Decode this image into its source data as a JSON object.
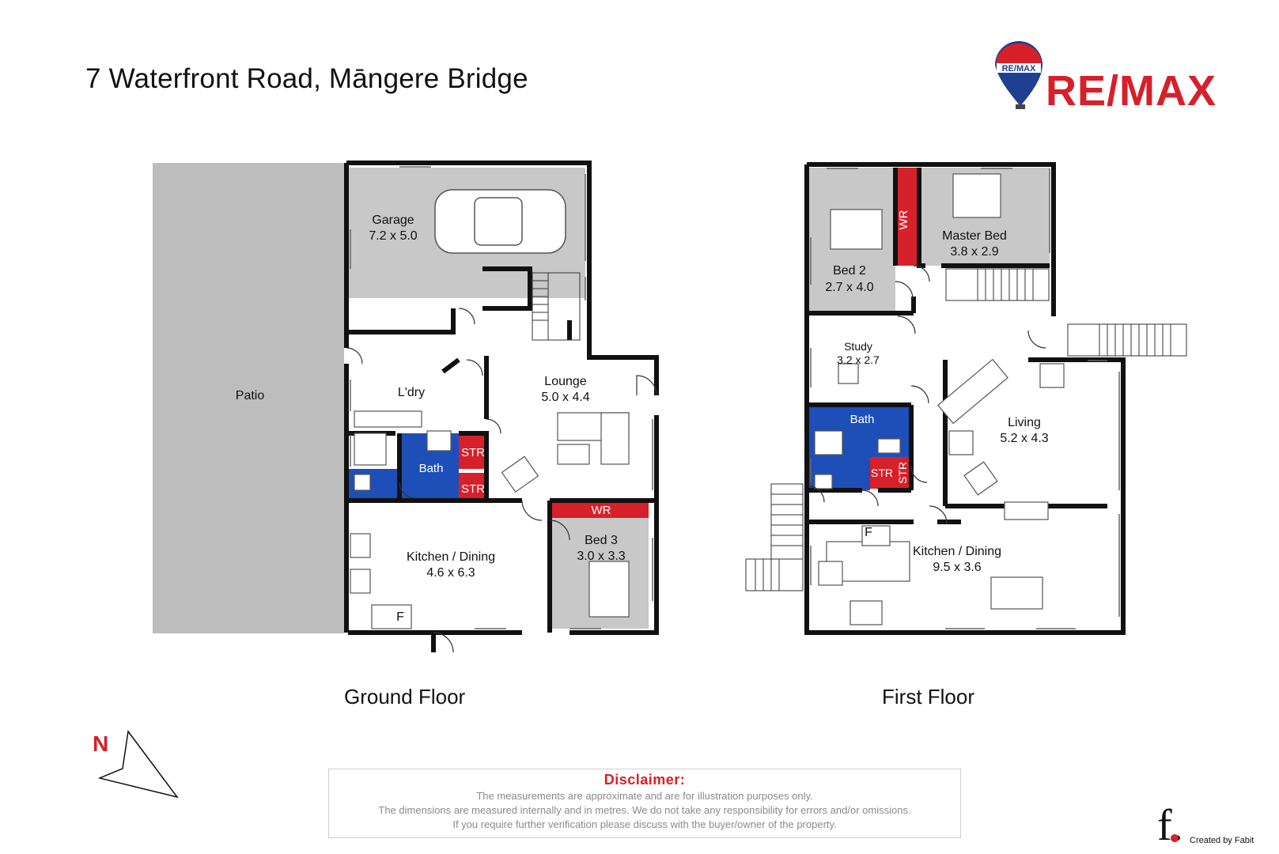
{
  "title": "7 Waterfront Road, Māngere Bridge",
  "brand": {
    "name": "RE/MAX",
    "balloon_text": "RE/MAX",
    "accent": "#d6202a",
    "blue": "#1f3f93"
  },
  "colors": {
    "room_grey": "#c8c8c8",
    "bath_blue": "#1e4fb8",
    "storage_red": "#d6202a",
    "wall": "#111111"
  },
  "ground_floor": {
    "label": "Ground Floor",
    "rooms": {
      "patio": {
        "name": "Patio"
      },
      "garage": {
        "name": "Garage",
        "dims": "7.2 x 5.0"
      },
      "laundry": {
        "name": "L'dry"
      },
      "lounge": {
        "name": "Lounge",
        "dims": "5.0 x 4.4"
      },
      "bath": {
        "name": "Bath"
      },
      "str1": {
        "name": "STR"
      },
      "str2": {
        "name": "STR"
      },
      "wr": {
        "name": "WR"
      },
      "kitchen": {
        "name": "Kitchen / Dining",
        "dims": "4.6 x 6.3"
      },
      "bed3": {
        "name": "Bed 3",
        "dims": "3.0 x 3.3"
      },
      "fridge": {
        "name": "F"
      }
    }
  },
  "first_floor": {
    "label": "First Floor",
    "rooms": {
      "bed2": {
        "name": "Bed 2",
        "dims": "2.7 x 4.0"
      },
      "wr": {
        "name": "WR"
      },
      "master": {
        "name": "Master Bed",
        "dims": "3.8 x 2.9"
      },
      "study": {
        "name": "Study",
        "dims": "3.2 x 2.7"
      },
      "bath": {
        "name": "Bath"
      },
      "str1": {
        "name": "STR"
      },
      "str2": {
        "name": "STR"
      },
      "living": {
        "name": "Living",
        "dims": "5.2 x 4.3"
      },
      "kitchen": {
        "name": "Kitchen / Dining",
        "dims": "9.5 x 3.6"
      },
      "fridge": {
        "name": "F"
      }
    }
  },
  "compass": {
    "label": "N"
  },
  "disclaimer": {
    "heading": "Disclaimer:",
    "line1": "The measurements are approximate and are for illustration purposes only.",
    "line2": "The dimensions are measured internally and in metres. We do not take any responsibility for errors and/or omissions.",
    "line3": "If you require further verification please discuss with the buyer/owner of the property."
  },
  "credit": {
    "mark": "f.",
    "text": "Created by Fabit"
  }
}
